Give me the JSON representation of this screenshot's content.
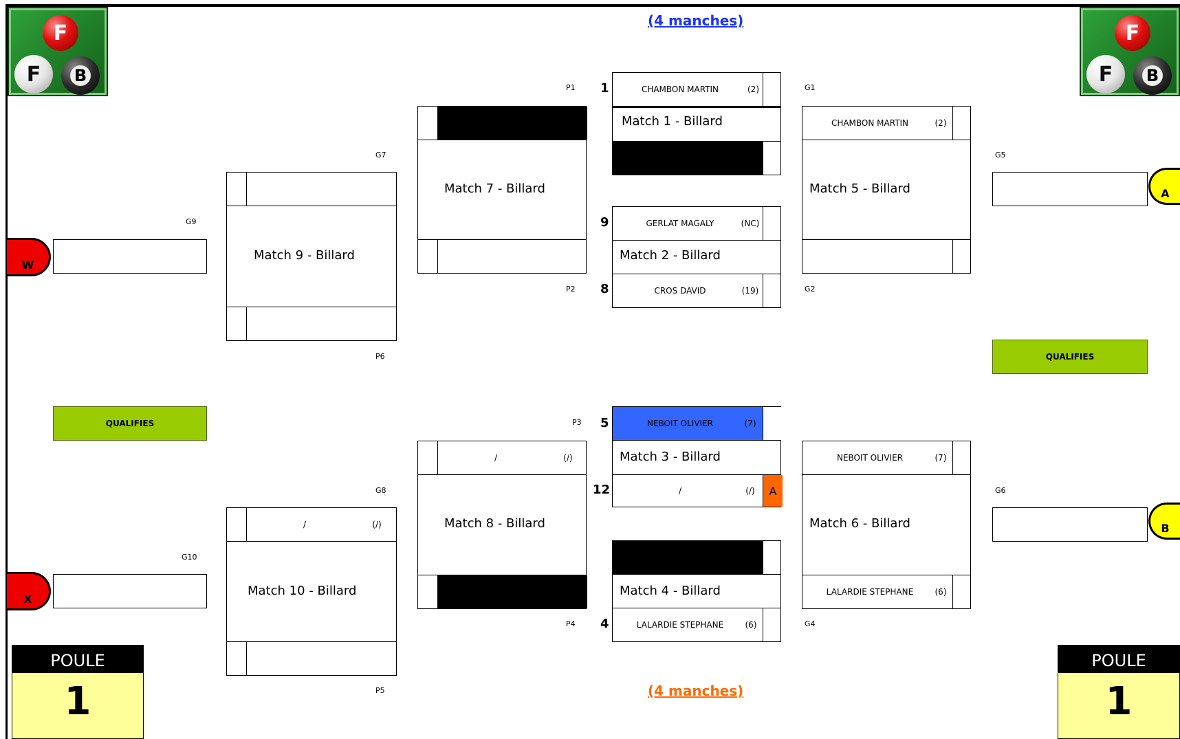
{
  "header": {
    "manches_top": "(4 manches)",
    "manches_bottom": "(4 manches)"
  },
  "colors": {
    "manches_top": "#1a33ff",
    "manches_bottom": "#ff6a00",
    "qualified": "#99cc00",
    "highlight": "#3366ff",
    "abandon": "#ff6600"
  },
  "logo": {
    "letter_top": "F",
    "letter_left": "F",
    "letter_right": "B"
  },
  "matches": {
    "m1": "Match 1 - Billard",
    "m2": "Match 2 - Billard",
    "m3": "Match 3 - Billard",
    "m4": "Match 4 - Billard",
    "m5": "Match 5 - Billard",
    "m6": "Match 6 - Billard",
    "m7": "Match 7 - Billard",
    "m8": "Match 8 - Billard",
    "m9": "Match 9 - Billard",
    "m10": "Match 10 - Billard"
  },
  "tags": {
    "p1": "P1",
    "p2": "P2",
    "p3": "P3",
    "p4": "P4",
    "p5": "P5",
    "p6": "P6",
    "g1": "G1",
    "g2": "G2",
    "g4": "G4",
    "g5": "G5",
    "g6": "G6",
    "g7": "G7",
    "g8": "G8",
    "g9": "G9",
    "g10": "G10"
  },
  "seeds": {
    "s1": "1",
    "s9": "9",
    "s8": "8",
    "s5": "5",
    "s12": "12",
    "s4": "4"
  },
  "players": {
    "m1_top": {
      "name": "CHAMBON MARTIN",
      "rank": "(2)"
    },
    "m2_top": {
      "name": "GERLAT MAGALY",
      "rank": "(NC)"
    },
    "m2_bot": {
      "name": "CROS DAVID",
      "rank": "(19)"
    },
    "m3_top": {
      "name": "NEBOIT OLIVIER",
      "rank": "(7)"
    },
    "m3_bot": {
      "name": "/",
      "rank": "(/)",
      "flag": "A"
    },
    "m4_bot": {
      "name": "LALARDIE STEPHANE",
      "rank": "(6)"
    },
    "m5_top": {
      "name": "CHAMBON MARTIN",
      "rank": "(2)"
    },
    "m6_top": {
      "name": "NEBOIT OLIVIER",
      "rank": "(7)"
    },
    "m6_bot": {
      "name": "LALARDIE STEPHANE",
      "rank": "(6)"
    },
    "m8_top": {
      "name": "/",
      "rank": "(/)"
    },
    "m10_top": {
      "name": "/",
      "rank": "(/)"
    }
  },
  "qualified_label": "QUALIFIES",
  "circles": {
    "w": "W",
    "x": "X",
    "a": "A",
    "b": "B"
  },
  "poule": {
    "label": "POULE",
    "value": "1"
  }
}
